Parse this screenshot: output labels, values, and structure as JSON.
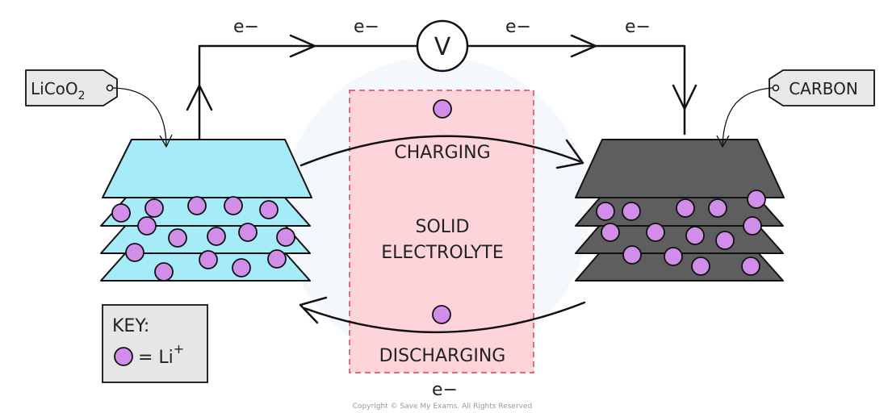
{
  "electron_label": "e−",
  "voltmeter_symbol": "V",
  "anode_tag": {
    "prefix": "LiCoO",
    "subscript": "2"
  },
  "cathode_tag": "CARBON",
  "charging_label": "CHARGING",
  "electrolyte": {
    "line1": "SOLID",
    "line2": "ELECTROLYTE"
  },
  "discharging_label": "DISCHARGING",
  "key": {
    "title": "KEY:",
    "entry_text": "= Li",
    "entry_sup": "+"
  },
  "copyright": "Copyright © Save My Exams. All Rights Reserved",
  "colors": {
    "licoo2_layer": "#a6ecf8",
    "carbon_layer": "#5e5e5e",
    "lithium_ion": "#d08ee8",
    "electrolyte_fill": "#fcd4da",
    "electrolyte_border": "#e0405a",
    "tag_fill": "#e8e8e8",
    "key_fill": "#e6e6e6",
    "line": "#111111"
  }
}
